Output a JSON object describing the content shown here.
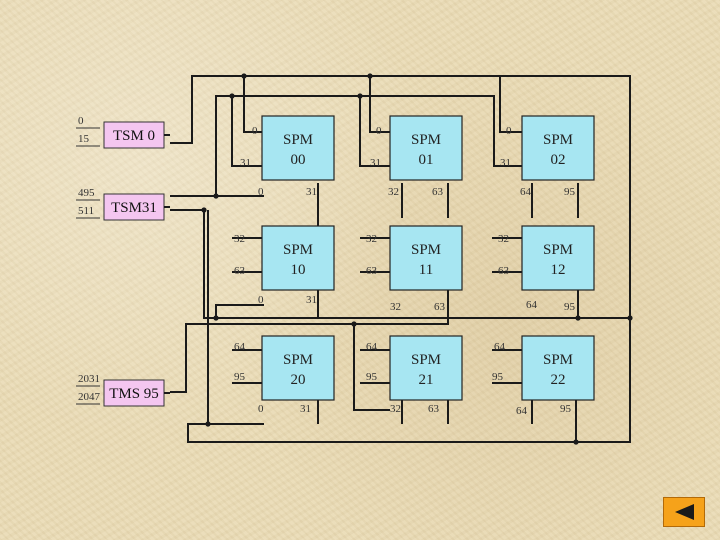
{
  "spm_modules": [
    {
      "name": "SPM",
      "num": "00"
    },
    {
      "name": "SPM",
      "num": "01"
    },
    {
      "name": "SPM",
      "num": "02"
    },
    {
      "name": "SPM",
      "num": "10"
    },
    {
      "name": "SPM",
      "num": "11"
    },
    {
      "name": "SPM",
      "num": "12"
    },
    {
      "name": "SPM",
      "num": "20"
    },
    {
      "name": "SPM",
      "num": "21"
    },
    {
      "name": "SPM",
      "num": "22"
    }
  ],
  "tsm_modules": [
    {
      "label": "TSM 0",
      "pin_top": "0",
      "pin_bottom": "15"
    },
    {
      "label": "TSM31",
      "pin_top": "495",
      "pin_bottom": "511"
    },
    {
      "label": "TMS 95",
      "pin_top": "2031",
      "pin_bottom": "2047"
    }
  ],
  "pin_labels": {
    "row0_in": [
      "0",
      "31"
    ],
    "row0_out": [
      "0",
      "31"
    ],
    "col1_out": [
      "32",
      "63"
    ],
    "col2_out": [
      "64",
      "95"
    ],
    "row1_in": [
      "32",
      "63"
    ],
    "row2_in": [
      "64",
      "95"
    ]
  },
  "colors": {
    "spm_fill": "#a7e6f2",
    "tsm_fill": "#f4c6f0",
    "wire": "#1a1a1a",
    "nav_button": "#f6a21a"
  },
  "navigation": {
    "back_icon": "left-triangle-icon"
  }
}
